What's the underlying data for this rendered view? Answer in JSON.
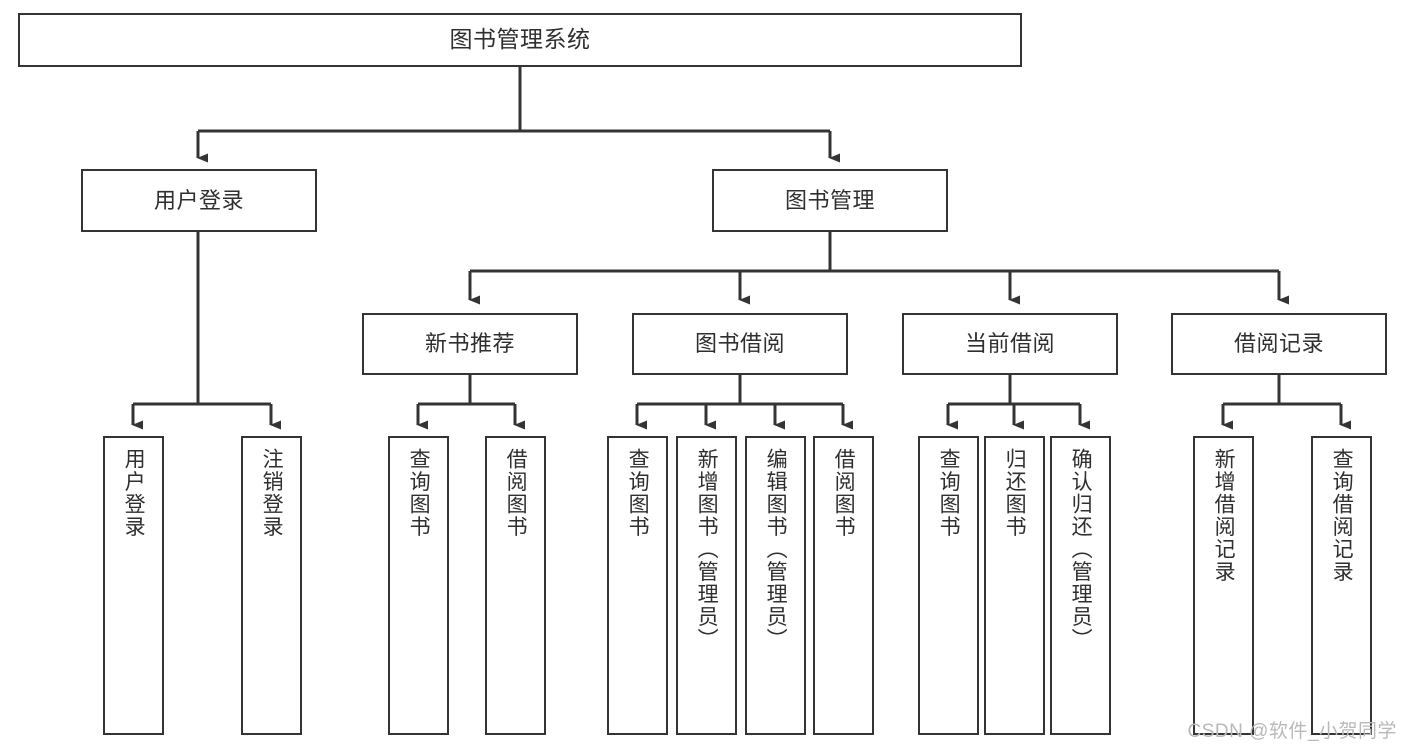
{
  "diagram": {
    "title": "图书管理系统",
    "watermark": "CSDN @软件_小贺同学",
    "colors": {
      "line": "#343434",
      "box_border": "#343434",
      "text": "#2f2f2f",
      "background": "#ffffff",
      "watermark": "#b9b9b9"
    },
    "root": {
      "label": "图书管理系统"
    },
    "level2": [
      {
        "label": "用户登录"
      },
      {
        "label": "图书管理"
      }
    ],
    "level3": [
      {
        "label": "新书推荐"
      },
      {
        "label": "图书借阅"
      },
      {
        "label": "当前借阅"
      },
      {
        "label": "借阅记录"
      }
    ],
    "leaves": {
      "user_login": [
        {
          "label": "用户登录"
        },
        {
          "label": "注销登录"
        }
      ],
      "new_book_recommend": [
        {
          "label": "查询图书"
        },
        {
          "label": "借阅图书"
        }
      ],
      "book_borrow": [
        {
          "label": "查询图书"
        },
        {
          "label": "新增图书（管理员）"
        },
        {
          "label": "编辑图书（管理员）"
        },
        {
          "label": "借阅图书"
        }
      ],
      "current_borrow": [
        {
          "label": "查询图书"
        },
        {
          "label": "归还图书"
        },
        {
          "label": "确认归还（管理员）"
        }
      ],
      "borrow_record": [
        {
          "label": "新增借阅记录"
        },
        {
          "label": "查询借阅记录"
        }
      ]
    }
  }
}
